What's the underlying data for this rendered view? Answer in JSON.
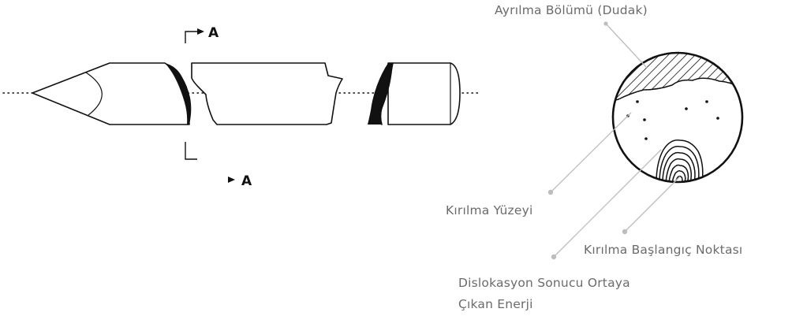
{
  "section": {
    "top_letter": "A",
    "bottom_letter": "A"
  },
  "labels": {
    "separation_zone": "Ayrılma Bölümü (Dudak)",
    "fracture_surface": "Kırılma Yüzeyi",
    "fracture_origin": "Kırılma Başlangıç Noktası",
    "dislocation_line1": "Dislokasyon Sonucu Ortaya",
    "dislocation_line2": "Çıkan Enerji"
  },
  "colors": {
    "ink": "#111111",
    "label_text": "#6b6b6b",
    "leader": "#bdbdbd"
  }
}
